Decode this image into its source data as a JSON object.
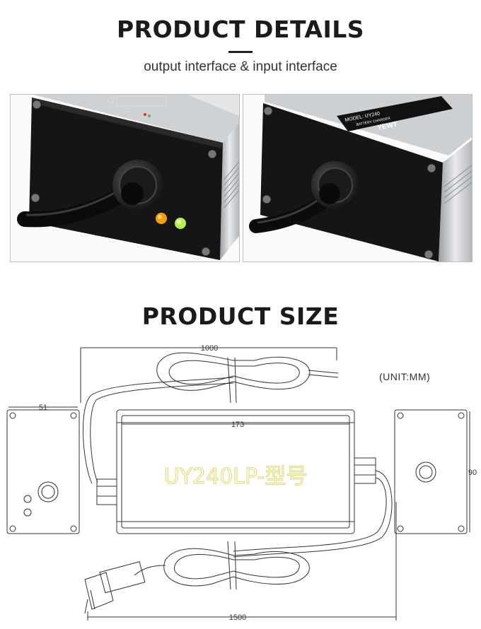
{
  "details": {
    "title": "PRODUCT DETAILS",
    "subtitle": "output interface & input interface"
  },
  "photos": [
    {
      "name": "output-interface",
      "indicator_colors": [
        "#f5a000",
        "#b9ef4a"
      ]
    },
    {
      "name": "input-interface",
      "label_model": "MODEL: UY240",
      "label_type": "BATTERY CHARGER",
      "label_brand": "YEWT"
    }
  ],
  "size": {
    "title": "PRODUCT SIZE",
    "unit": "(UNIT:MM)",
    "model_text": "UY240LP-型号",
    "dimensions": {
      "output_cable": "1000",
      "width": "51",
      "length": "173",
      "height": "90",
      "input_cable": "1500"
    }
  },
  "colors": {
    "heading": "#1b1b1b",
    "line": "#333333",
    "model_fill": "#fffbe6"
  }
}
